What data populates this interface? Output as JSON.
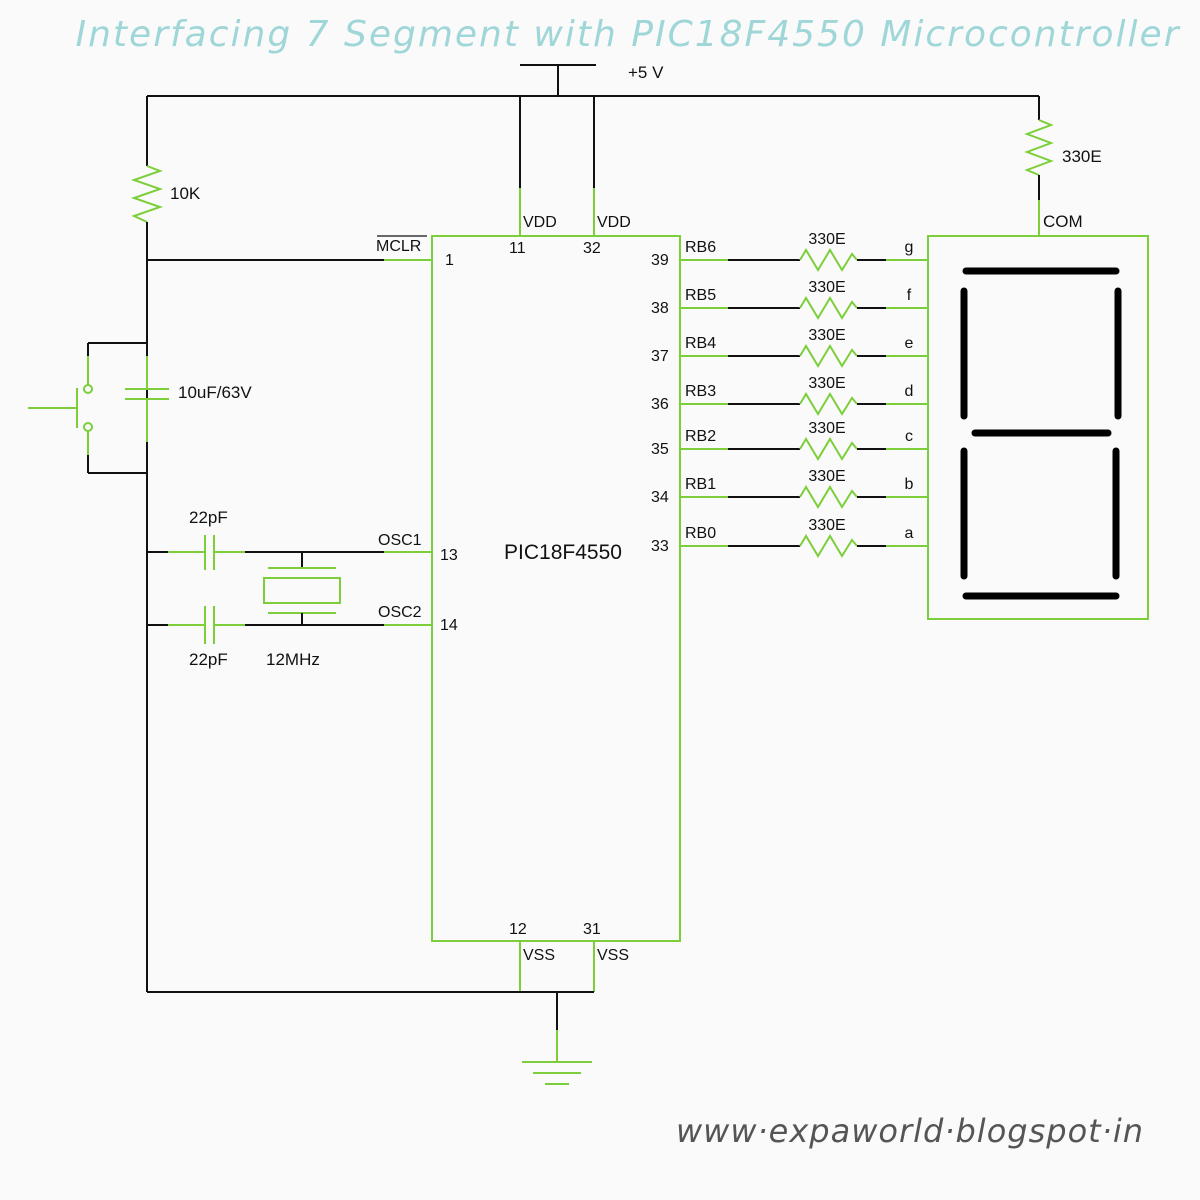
{
  "title": "Interfacing 7 Segment with PIC18F4550 Microcontroller",
  "footer": "www·expaworld·blogspot·in",
  "chip": {
    "name": "PIC18F4550"
  },
  "labels": {
    "supply": "+5 V",
    "reset_resistor": "10K",
    "reset_capacitor": "10uF/63V",
    "crystal_cap_1": "22pF",
    "crystal_cap_2": "22pF",
    "crystal": "12MHz",
    "common_resistor": "330E",
    "com": "COM"
  },
  "pins": {
    "mclr": {
      "name": "MCLR",
      "number": "1"
    },
    "osc1": {
      "name": "OSC1",
      "number": "13"
    },
    "osc2": {
      "name": "OSC2",
      "number": "14"
    },
    "vdd1": {
      "name": "VDD",
      "number": "11"
    },
    "vdd2": {
      "name": "VDD",
      "number": "32"
    },
    "vss1": {
      "name": "VSS",
      "number": "12"
    },
    "vss2": {
      "name": "VSS",
      "number": "31"
    }
  },
  "port_rows": [
    {
      "pin": "RB6",
      "number": "39",
      "resistor": "330E",
      "segment": "g"
    },
    {
      "pin": "RB5",
      "number": "38",
      "resistor": "330E",
      "segment": "f"
    },
    {
      "pin": "RB4",
      "number": "37",
      "resistor": "330E",
      "segment": "e"
    },
    {
      "pin": "RB3",
      "number": "36",
      "resistor": "330E",
      "segment": "d"
    },
    {
      "pin": "RB2",
      "number": "35",
      "resistor": "330E",
      "segment": "c"
    },
    {
      "pin": "RB1",
      "number": "34",
      "resistor": "330E",
      "segment": "b"
    },
    {
      "pin": "RB0",
      "number": "33",
      "resistor": "330E",
      "segment": "a"
    }
  ]
}
